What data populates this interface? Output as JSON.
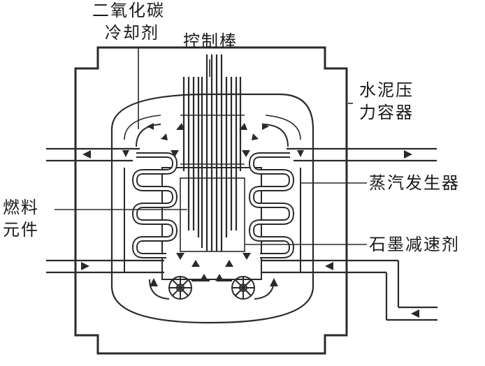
{
  "labels": {
    "co2_line1": "二氧化碳",
    "co2_line2": "冷却剂",
    "control_rod": "控制棒",
    "vessel_line1": "水泥压",
    "vessel_line2": "力容器",
    "steam_generator": "蒸汽发生器",
    "fuel_line1": "燃料",
    "fuel_line2": "元件",
    "graphite": "石墨减速剂"
  },
  "colors": {
    "ink": "#2a2a2a",
    "background": "#ffffff"
  }
}
